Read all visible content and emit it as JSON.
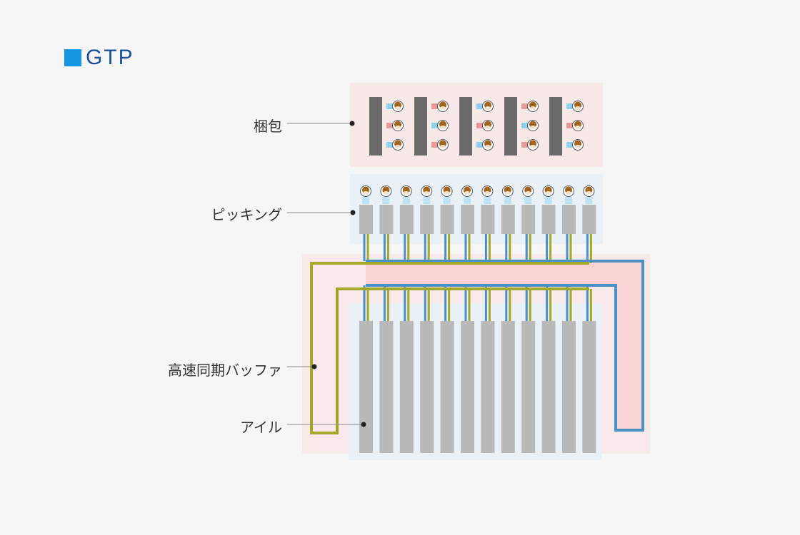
{
  "header": {
    "title": "GTP"
  },
  "labels": {
    "packing": "梱包",
    "picking": "ピッキング",
    "buffer": "高速同期バッファ",
    "aisle": "アイル"
  },
  "colors": {
    "background": "#f6f6f6",
    "accent_square": "#1596e0",
    "title_text": "#1a4e9a",
    "pink_zone": "#f8e9e9",
    "blue_zone": "#e9f0f6",
    "buffer_fill": "#f9d4d4",
    "blue_line": "#4a8fc6",
    "olive_line": "#a3a82a",
    "rack_gray": "#b9b9b9",
    "dark_bar": "#6a6a6a",
    "head_brown": "#a0641e"
  },
  "counts": {
    "picking_stations": 12,
    "aisles": 12,
    "packing_units": 5,
    "packing_rows": 3
  }
}
